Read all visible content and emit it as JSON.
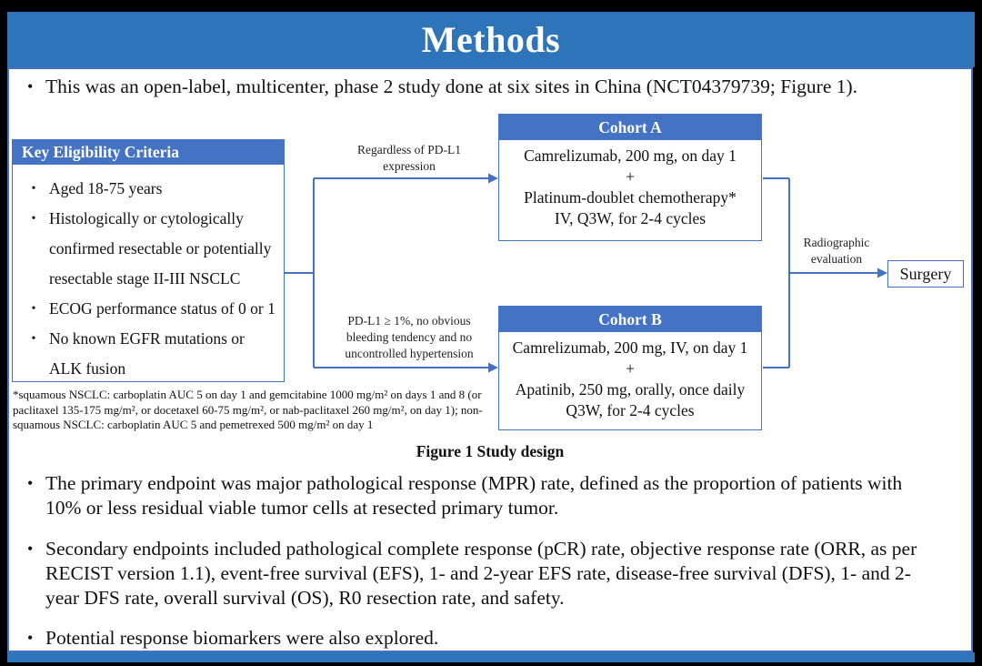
{
  "title": "Methods",
  "bullet_char": "•",
  "intro_bullet": "This was an open-label, multicenter, phase 2 study done at six sites in China (NCT04379739; Figure 1).",
  "colors": {
    "title_bar_blue": "#2E74B8",
    "box_header_blue": "#4472C4",
    "connector_blue": "#4472C4"
  },
  "diagram": {
    "eligibility": {
      "header": "Key Eligibility Criteria",
      "items": [
        "Aged 18-75 years",
        "Histologically or cytologically confirmed resectable or potentially resectable stage II-III NSCLC",
        "ECOG performance status of 0 or 1",
        "No known EGFR mutations or ALK fusion"
      ]
    },
    "branch_labels": {
      "top": "Regardless of PD-L1\nexpression",
      "bottom": "PD-L1 ≥ 1%, no obvious\nbleeding tendency and no\nuncontrolled hypertension"
    },
    "cohort_a": {
      "header": "Cohort A",
      "lines": [
        "Camrelizumab, 200 mg, on day 1",
        "+",
        "Platinum-doublet chemotherapy*",
        "IV, Q3W, for 2-4 cycles"
      ]
    },
    "cohort_b": {
      "header": "Cohort B",
      "lines": [
        "Camrelizumab, 200 mg, IV, on day 1",
        "+",
        "Apatinib, 250 mg, orally, once daily",
        "Q3W, for 2-4 cycles"
      ]
    },
    "evaluation_label": "Radiographic\nevaluation",
    "surgery_label": "Surgery",
    "footnote": "*squamous NSCLC: carboplatin AUC 5 on day 1 and gemcitabine 1000 mg/m² on days 1 and 8 (or paclitaxel 135-175 mg/m², or docetaxel 60-75 mg/m², or nab-paclitaxel 260 mg/m², on day 1); non-squamous NSCLC: carboplatin AUC 5 and pemetrexed 500 mg/m² on day 1",
    "caption": "Figure 1 Study design"
  },
  "bullets": [
    "The primary endpoint was major pathological response (MPR) rate, defined as the proportion of patients with 10% or less residual viable tumor cells at resected primary tumor.",
    "Secondary endpoints included pathological complete response (pCR) rate, objective response rate (ORR, as per RECIST version 1.1), event-free survival (EFS), 1- and 2-year EFS rate, disease-free survival (DFS), 1- and 2-year DFS rate, overall survival (OS), R0 resection rate, and safety.",
    "Potential response biomarkers were also explored."
  ]
}
